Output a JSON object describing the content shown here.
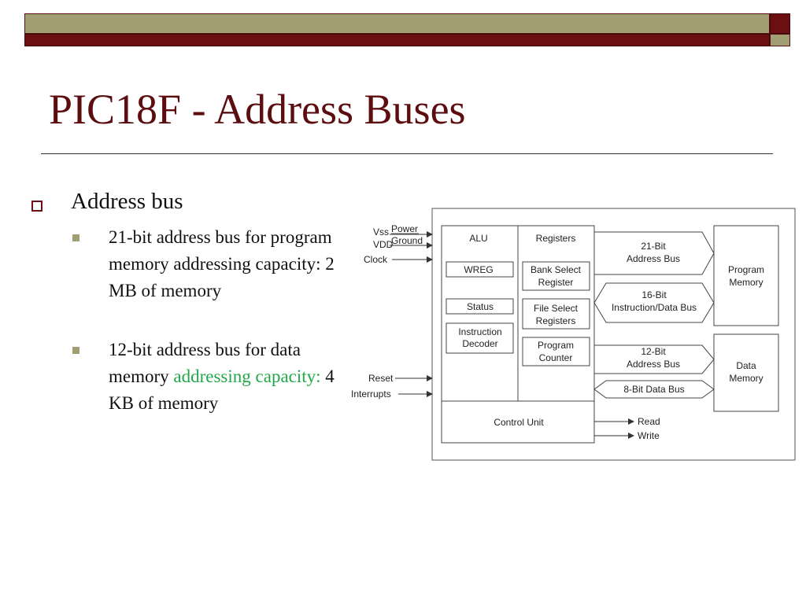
{
  "slide": {
    "title": "PIC18F - Address Buses",
    "bullet": "Address bus",
    "sub_bullets": [
      {
        "text": "21-bit address bus for program memory addressing capacity: 2 MB of memory"
      },
      {
        "text_before": "12-bit address bus for data memory ",
        "text_highlight": "addressing capacity:",
        "text_after": " 4 KB of memory"
      }
    ]
  },
  "diagram": {
    "inputs": {
      "vss": "Vss",
      "vdd": "VDD",
      "power": "Power",
      "ground": "Ground",
      "clock": "Clock",
      "reset": "Reset",
      "interrupts": "Interrupts"
    },
    "cpu": {
      "alu": "ALU",
      "wreg": "WREG",
      "status": "Status",
      "instruction_decoder_1": "Instruction",
      "instruction_decoder_2": "Decoder",
      "registers": "Registers",
      "bank_select_1": "Bank Select",
      "bank_select_2": "Register",
      "file_select_1": "File Select",
      "file_select_2": "Registers",
      "program_counter_1": "Program",
      "program_counter_2": "Counter",
      "control_unit": "Control Unit"
    },
    "buses": {
      "bus21_1": "21-Bit",
      "bus21_2": "Address Bus",
      "bus16_1": "16-Bit",
      "bus16_2": "Instruction/Data Bus",
      "bus12_1": "12-Bit",
      "bus12_2": "Address Bus",
      "bus8": "8-Bit Data Bus"
    },
    "memory": {
      "program_1": "Program",
      "program_2": "Memory",
      "data_1": "Data",
      "data_2": "Memory"
    },
    "outputs": {
      "read": "Read",
      "write": "Write"
    }
  },
  "colors": {
    "maroon": "#6b0f12",
    "olive": "#a09e72",
    "title": "#5b0d10",
    "highlight": "#22a84a"
  }
}
